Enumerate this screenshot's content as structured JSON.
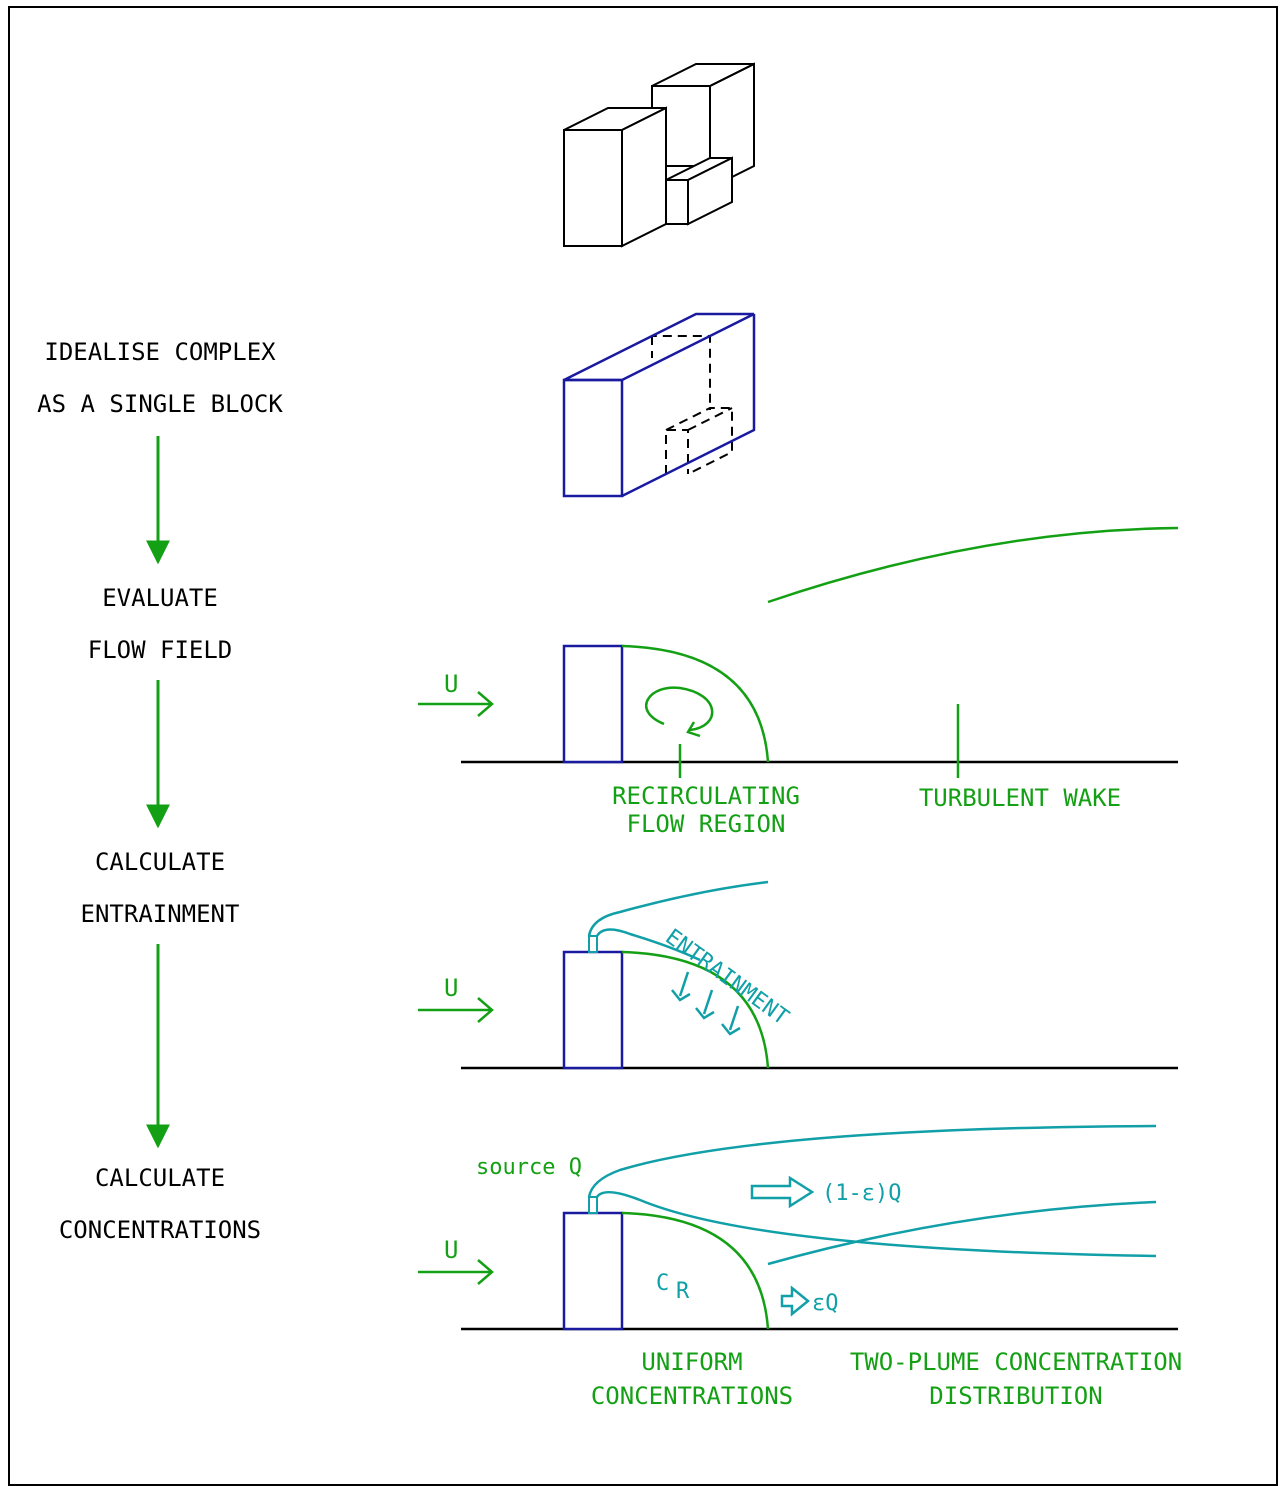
{
  "colors": {
    "green": "#14a014",
    "cyan": "#119fa8",
    "blue": "#1a1aa0",
    "black": "#000000"
  },
  "steps": [
    {
      "line1": "IDEALISE COMPLEX",
      "line2": "AS A SINGLE BLOCK"
    },
    {
      "line1": "EVALUATE",
      "line2": "FLOW FIELD"
    },
    {
      "line1": "CALCULATE",
      "line2": "ENTRAINMENT"
    },
    {
      "line1": "CALCULATE",
      "line2": "CONCENTRATIONS"
    }
  ],
  "flow": {
    "wind": "U",
    "recirc_line1": "RECIRCULATING",
    "recirc_line2": "FLOW REGION",
    "wake": "TURBULENT WAKE"
  },
  "entrainment": {
    "wind": "U",
    "label": "ENTRAINMENT"
  },
  "concentrations": {
    "wind": "U",
    "source": "source Q",
    "upper_fraction": "(1-ε)Q",
    "lower_fraction": "εQ",
    "cr_main": "C",
    "cr_sub": "R",
    "uniform_line1": "UNIFORM",
    "uniform_line2": "CONCENTRATIONS",
    "two_plume_line1": "TWO-PLUME CONCENTRATION",
    "two_plume_line2": "DISTRIBUTION"
  }
}
